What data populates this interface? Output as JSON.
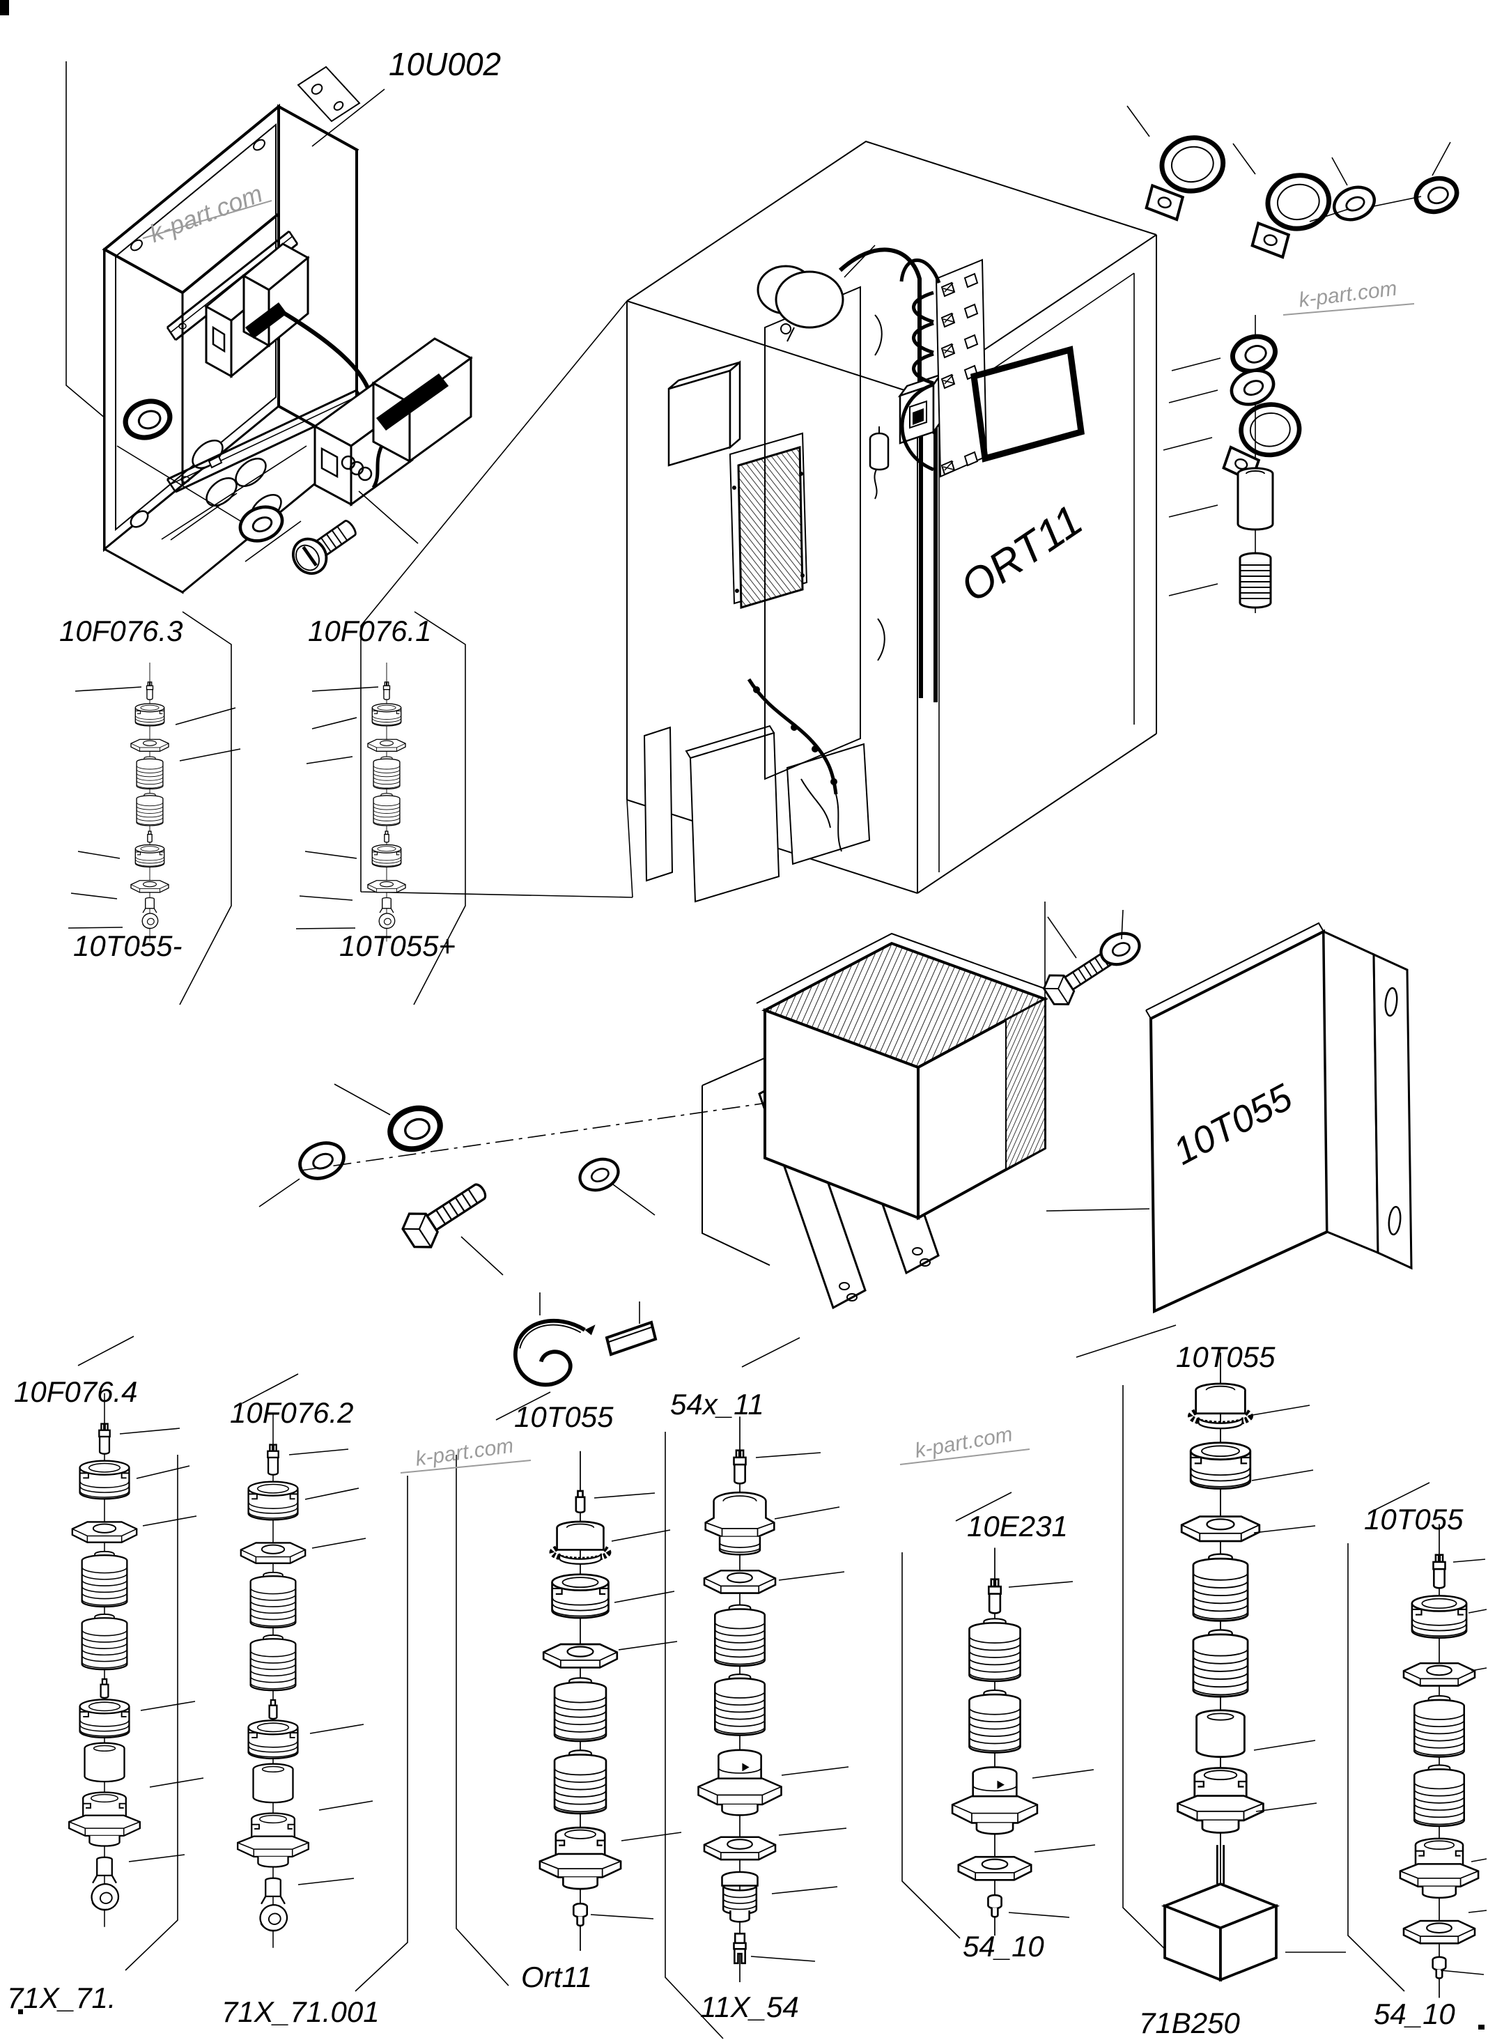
{
  "watermark": {
    "text": "k-part.com"
  },
  "colors": {
    "line": "#000000",
    "background": "#ffffff",
    "watermark": "#9b9b9b"
  },
  "labels": {
    "enclosure": "10U002",
    "cabinet_door": "ORT11",
    "wallbox_face": "10T055",
    "f3_top": "10F076.3",
    "f3_bottom": "10T055-",
    "f1_top": "10F076.1",
    "f1_bottom": "10T055+",
    "f4_top": "10F076.4",
    "f4_bottom": "71X_71.",
    "f2_top": "10F076.2",
    "f2_bottom": "71X_71.001",
    "ort_top": "10T055",
    "ort_bottom": "Ort11",
    "x54_top": "54x_11",
    "x54_bottom": "11X_54",
    "e231_top": "10E231",
    "e231_bottom": "54_10",
    "b250_top": "10T055",
    "b250_bottom": "71B250",
    "r54_top": "10T055",
    "r54_bottom": "54_10"
  },
  "part_symbols": [
    "contact-pin",
    "mini-pin",
    "ferrule-tip",
    "cable-gland",
    "serrated-gland",
    "hex-locknut-washer",
    "corrugated-boot",
    "ring-terminal-lug",
    "fork-terminal",
    "gland-hex-flange",
    "dome-gland",
    "connector-hex-nut",
    "spacer-sleeve",
    "boot-connector",
    "terminal-cube",
    "p-clip",
    "flat-washer",
    "lock-nut",
    "hex-bolt",
    "slotted-screw",
    "spacer-cylinder",
    "threaded-stud",
    "cable-tie",
    "marker-sleeve"
  ]
}
